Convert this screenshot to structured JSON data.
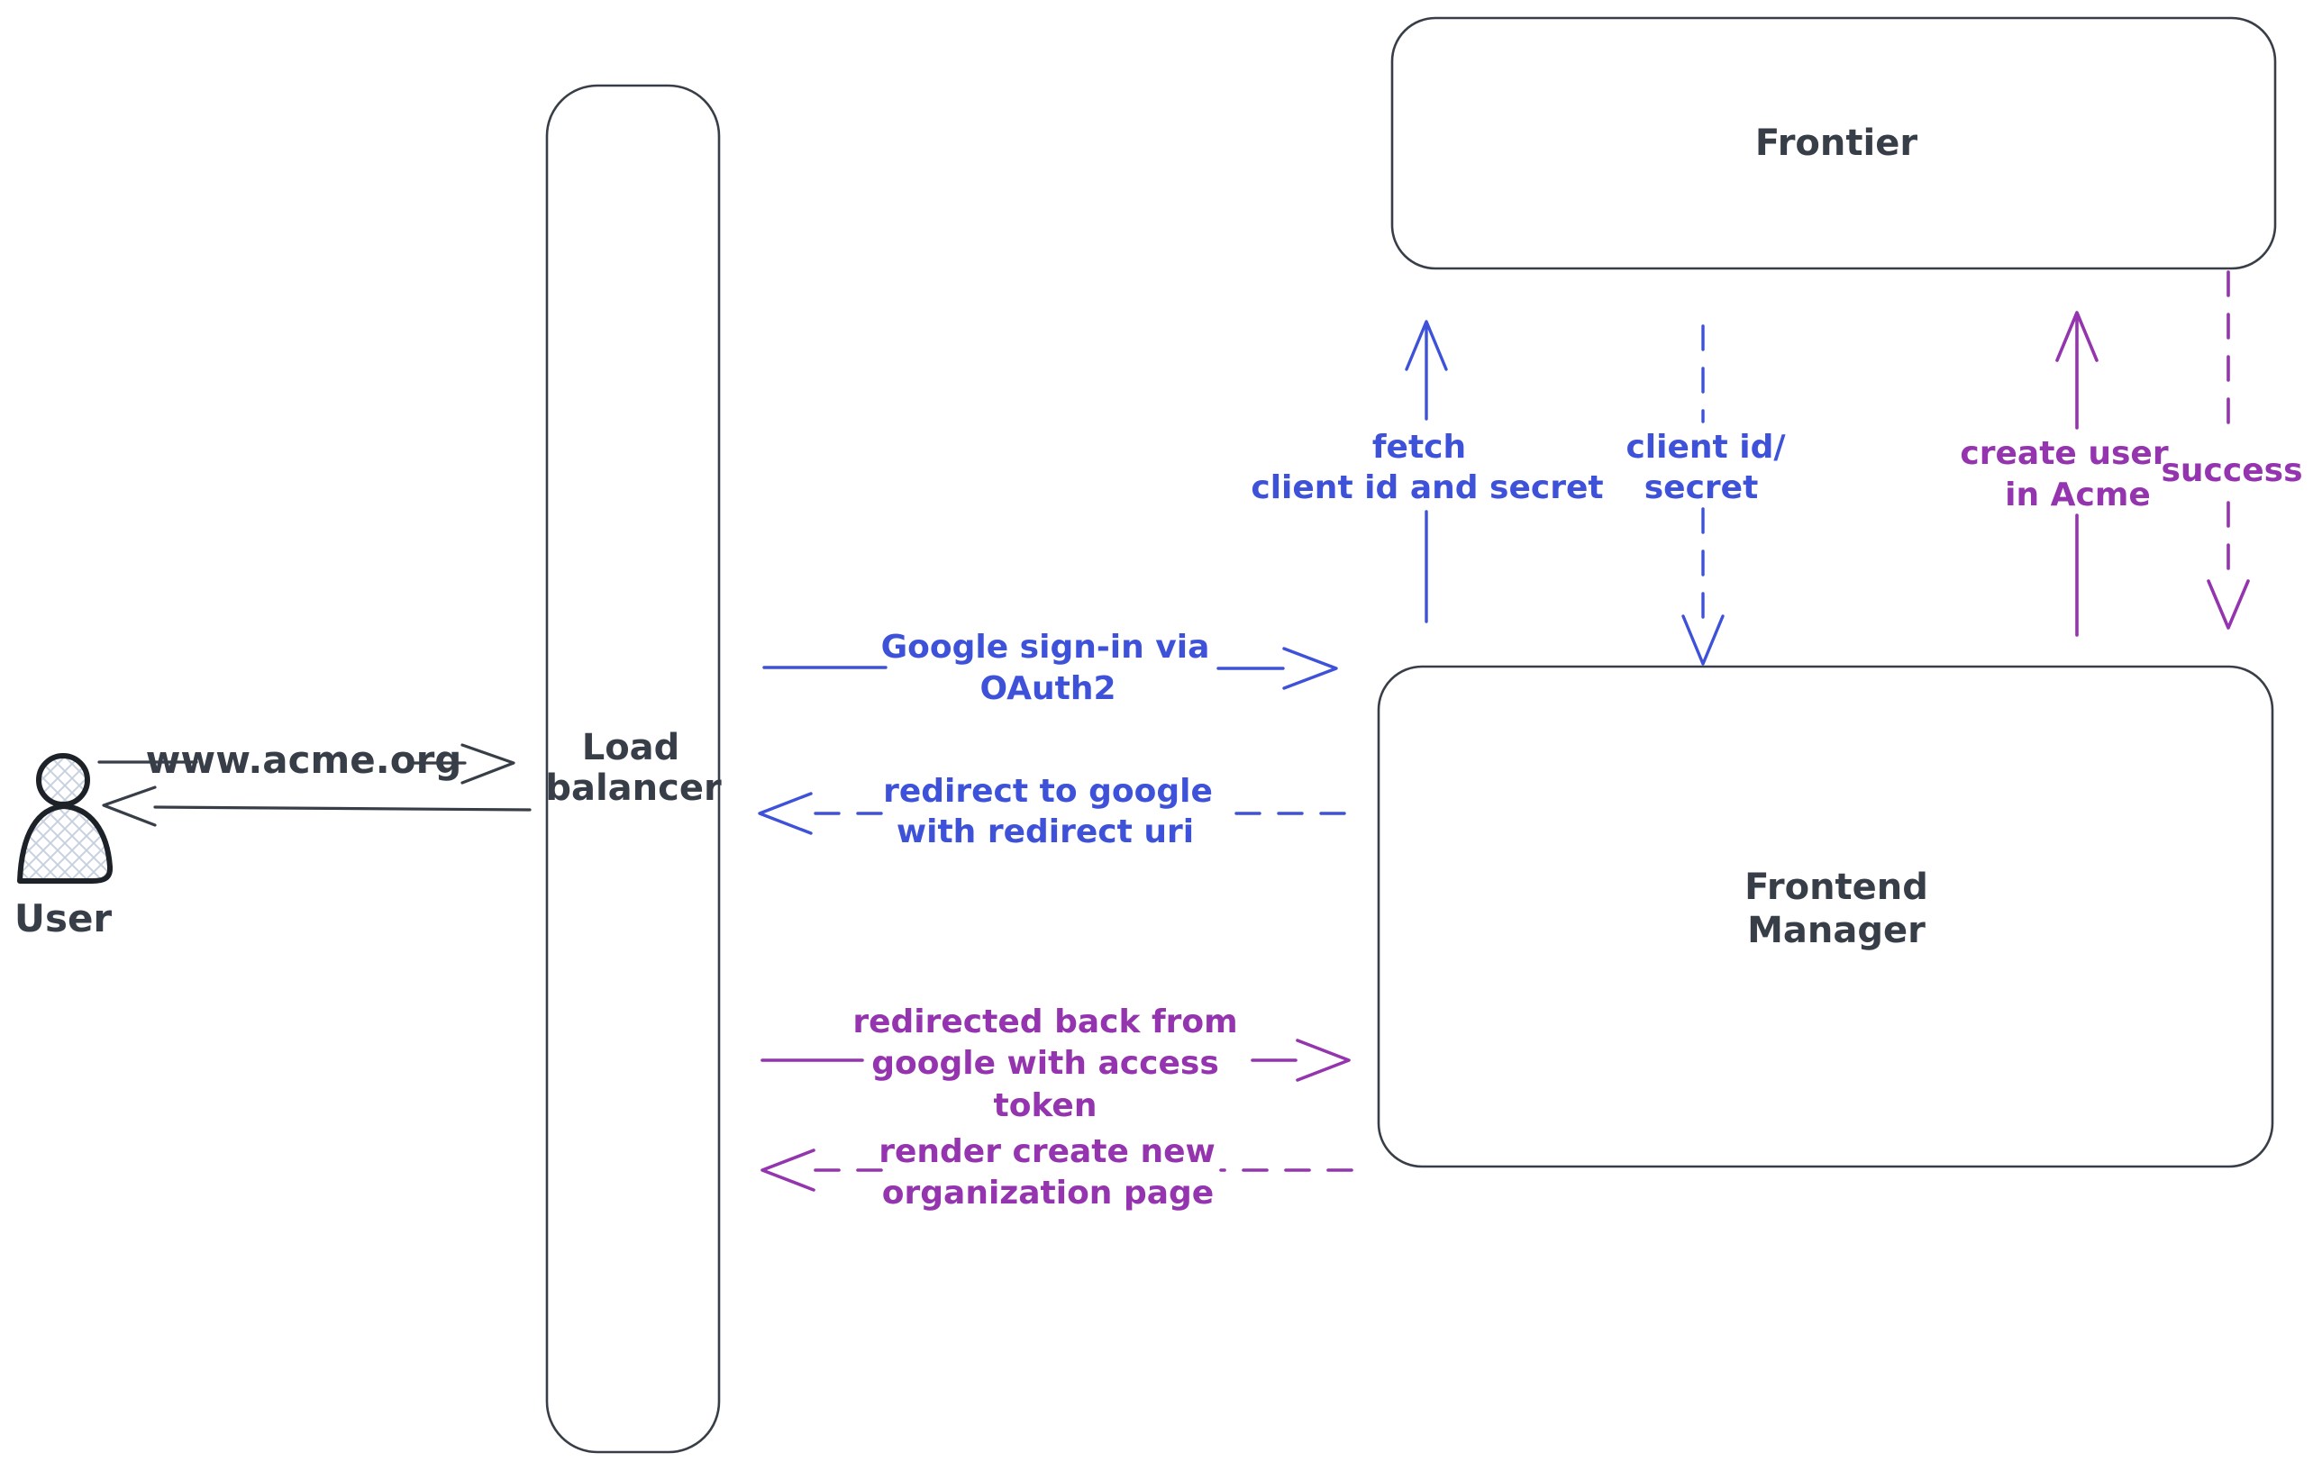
{
  "colors": {
    "ink": "#383e47",
    "blue": "#3e52d9",
    "purple": "#9434ae",
    "hatch": "#c9d1de"
  },
  "nodes": {
    "user": {
      "label": "User"
    },
    "load_balancer": {
      "line1": "Load",
      "line2": "balancer"
    },
    "frontier": {
      "label": "Frontier"
    },
    "frontend_manager": {
      "line1": "Frontend",
      "line2": "Manager"
    }
  },
  "edges": {
    "user_to_lb": {
      "label": "www.acme.org",
      "style": "solid",
      "direction": "right"
    },
    "lb_to_user": {
      "style": "solid",
      "direction": "left"
    },
    "google_signin": {
      "line1": "Google sign-in via",
      "line2": "OAuth2",
      "style": "solid",
      "direction": "right"
    },
    "redirect_to_google": {
      "line1": "redirect to google",
      "line2": "with redirect uri",
      "style": "dashed",
      "direction": "left"
    },
    "fetch_client": {
      "line1": "fetch",
      "line2": "client id and secret",
      "style": "solid",
      "direction": "up"
    },
    "client_id_secret": {
      "line1": "client id/",
      "line2": "secret",
      "style": "dashed",
      "direction": "down"
    },
    "create_user": {
      "line1": "create user",
      "line2": "in Acme",
      "style": "solid",
      "direction": "up"
    },
    "success": {
      "label": "success",
      "style": "dashed",
      "direction": "down"
    },
    "redirected_back": {
      "line1": "redirected back from",
      "line2": "google with access",
      "line3": "token",
      "style": "solid",
      "direction": "right"
    },
    "render_org_page": {
      "line1": "render create new",
      "line2": "organization page",
      "style": "dashed",
      "direction": "left"
    }
  }
}
